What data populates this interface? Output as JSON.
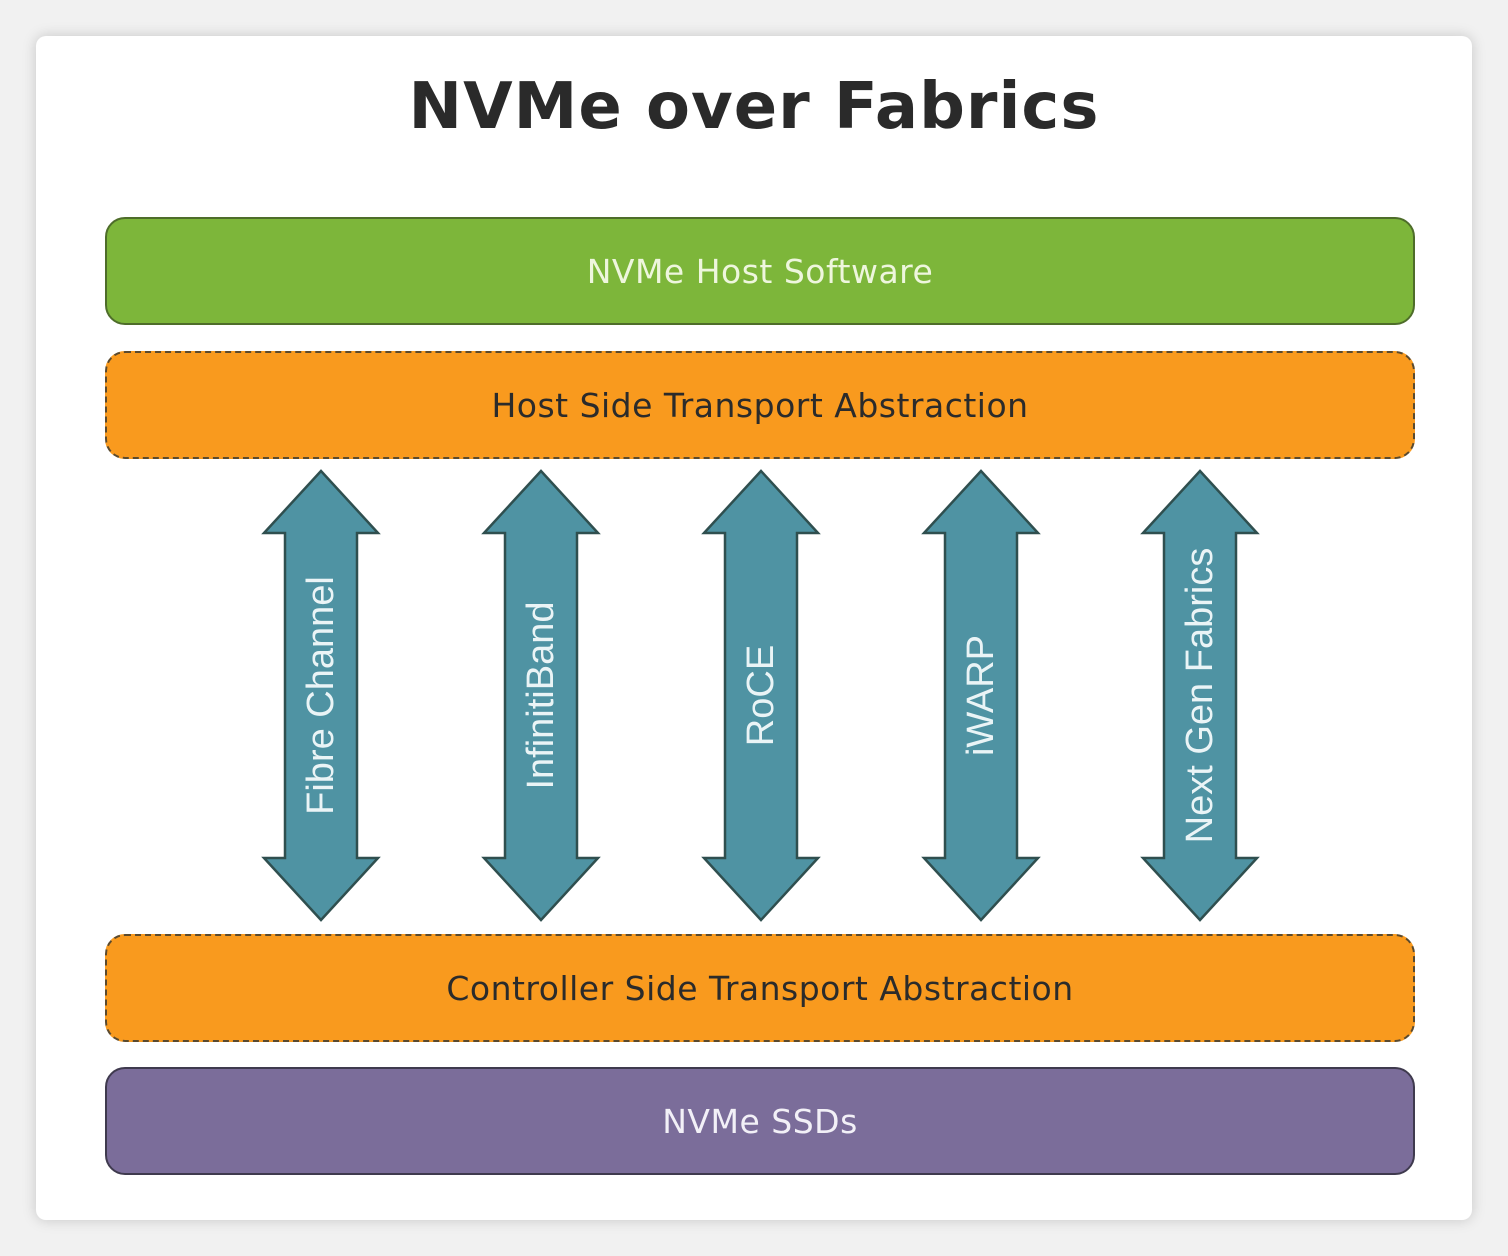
{
  "title": "NVMe over Fabrics",
  "layers": {
    "host_software": "NVMe Host Software",
    "host_transport": "Host Side Transport Abstraction",
    "controller_transport": "Controller Side Transport Abstraction",
    "ssds": "NVMe SSDs"
  },
  "fabrics": [
    "Fibre Channel",
    "InfinitiBand",
    "RoCE",
    "iWARP",
    "Next Gen Fabrics"
  ],
  "colors": {
    "host_software": "#7db63a",
    "transport": "#f99a1e",
    "ssds": "#7b6d9a",
    "arrow_fill": "#4f93a3",
    "arrow_stroke": "#2f4f4f",
    "arrow_text": "#eaf4f6"
  }
}
